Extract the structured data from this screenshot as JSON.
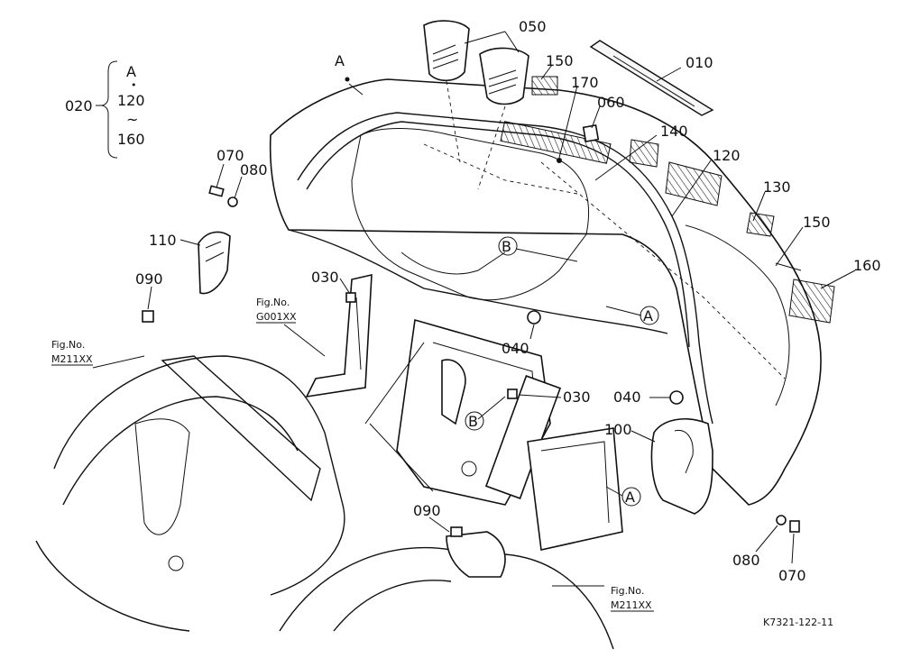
{
  "diagram": {
    "part_labels": {
      "p050": "050",
      "p010": "010",
      "p150a": "150",
      "p170": "170",
      "p060": "060",
      "p140": "140",
      "p120": "120",
      "p130": "130",
      "p150b": "150",
      "p160": "160",
      "p070a": "070",
      "p080a": "080",
      "p110": "110",
      "p030a": "030",
      "p090a": "090",
      "p040a": "040",
      "p040b": "040",
      "p030b": "030",
      "p100": "100",
      "p090b": "090",
      "p080b": "080",
      "p070b": "070"
    },
    "group": {
      "label": "020",
      "top": "A",
      "dot": "•",
      "mid": "120",
      "tilde": "~",
      "bottom": "160"
    },
    "markers": {
      "A_top": "A",
      "A_mid": "A",
      "A_low": "A",
      "B_top": "B",
      "B_low": "B"
    },
    "references": {
      "g001": {
        "line1": "Fig.No.",
        "line2": "G001XX"
      },
      "m211_left": {
        "line1": "Fig.No.",
        "line2": "M211XX"
      },
      "m211_bottom": {
        "line1": "Fig.No.",
        "line2": "M211XX"
      }
    },
    "drawing_code": "K7321-122-11"
  }
}
